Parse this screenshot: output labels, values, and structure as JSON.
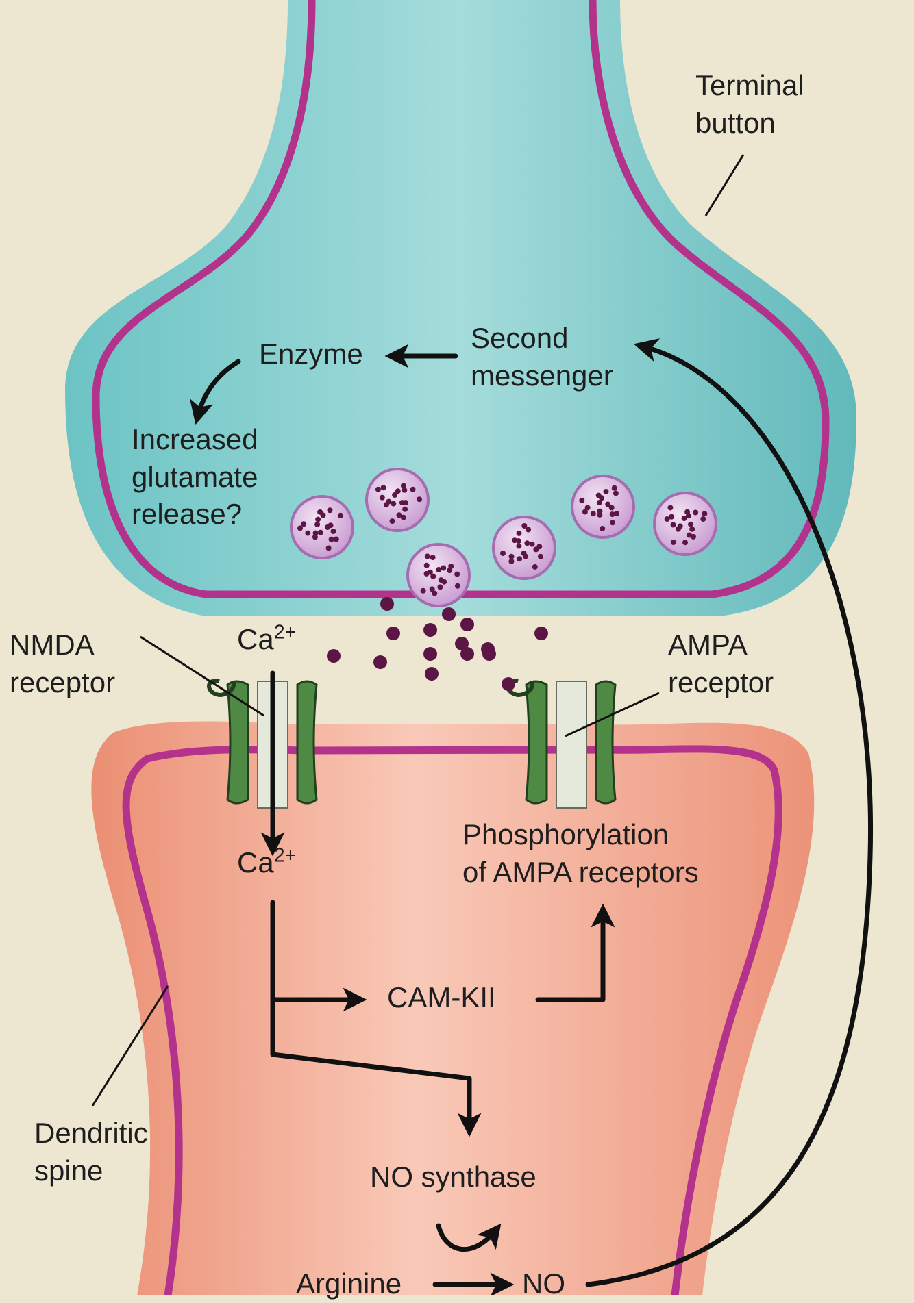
{
  "labels": {
    "terminal_button": "Terminal\nbutton",
    "enzyme": "Enzyme",
    "second_messenger": "Second\nmessenger",
    "increased_release": "Increased\nglutamate\nrelease?",
    "nmda_receptor": "NMDA\nreceptor",
    "ampa_receptor": "AMPA\nreceptor",
    "ca_top": {
      "base": "Ca",
      "sup": "2+"
    },
    "ca_bottom": {
      "base": "Ca",
      "sup": "2+"
    },
    "phosphorylation": "Phosphorylation\nof AMPA receptors",
    "cam_kii": "CAM-KII",
    "dendritic_spine": "Dendritic\nspine",
    "no_synthase": "NO synthase",
    "arginine": "Arginine",
    "no": "NO"
  },
  "colors": {
    "background": "#ede7d2",
    "terminal_fill": "#8fd3d3",
    "terminal_dark": "#5fb7b9",
    "membrane": "#b3338c",
    "spine_fill": "#f6bca8",
    "spine_dark": "#e9896e",
    "receptor": "#4f8a45",
    "channel": "#e4e9dc",
    "vesicle": "#d9b6df",
    "glutamate": "#5c1646",
    "arrow": "#111111"
  },
  "icons": [
    "synaptic-vesicle",
    "glutamate-molecule",
    "nmda-receptor-channel",
    "ampa-receptor-channel"
  ]
}
